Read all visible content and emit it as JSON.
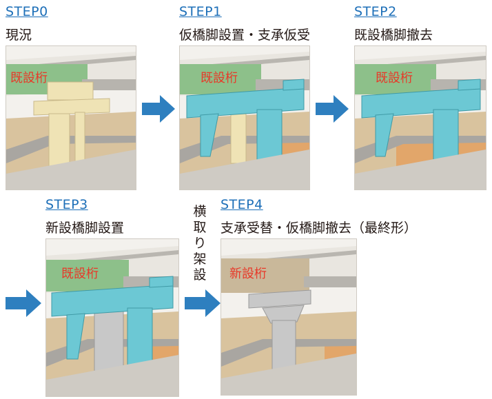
{
  "steps": [
    {
      "id": "STEP0",
      "desc": "現況",
      "girder_label": "既設桁"
    },
    {
      "id": "STEP1",
      "desc": "仮橋脚設置・支承仮受",
      "girder_label": "既設桁"
    },
    {
      "id": "STEP2",
      "desc": "既設橋脚撤去",
      "girder_label": "既設桁"
    },
    {
      "id": "STEP3",
      "desc": "新設橋脚設置",
      "girder_label": "既設桁"
    },
    {
      "id": "STEP4",
      "desc": "支承受替・仮橋脚撤去（最終形）",
      "girder_label": "新設桁"
    }
  ],
  "transition_label": "横取り架設",
  "colors": {
    "step_link": "#1d6fb8",
    "arrow": "#2e7fbf",
    "existing_girder": "#8dc08a",
    "new_girder": "#c9b89a",
    "temporary_pier": "#6cc8d4",
    "existing_pier": "#efe3b5",
    "new_pier": "#c8c8c8",
    "label_red": "#e83828"
  }
}
